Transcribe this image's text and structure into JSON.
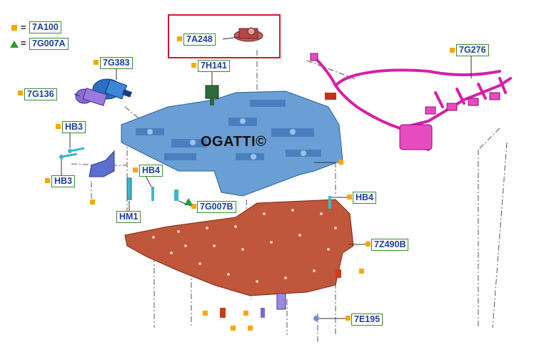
{
  "legend": {
    "square_label": "7A100",
    "triangle_label": "7G007A",
    "equals": "="
  },
  "watermark": "OGATTI©",
  "callouts": {
    "c_7a248": "7A248",
    "c_7h141": "7H141",
    "c_7g383": "7G383",
    "c_7g136": "7G136",
    "c_7g276": "7G276",
    "c_hb3_top": "HB3",
    "c_hb3_bottom": "HB3",
    "c_hb4_left": "HB4",
    "c_hm1": "HM1",
    "c_7g007b": "7G007B",
    "c_hb4_right": "HB4",
    "c_7z490b": "7Z490B",
    "c_7e195": "7E195"
  },
  "colors": {
    "callout_text": "#1f3f9a",
    "callout_border": "#3a8a2e",
    "marker_square": "#f5a800",
    "marker_triangle": "#2e9a3a",
    "valve_body": "#6a9fd6",
    "separator_plate": "#c0563a",
    "wiring_harness": "#d61fa8",
    "highlight": "#d8182a"
  },
  "icons": {
    "square_marker": "orange-square-icon",
    "triangle_marker": "green-triangle-icon"
  }
}
